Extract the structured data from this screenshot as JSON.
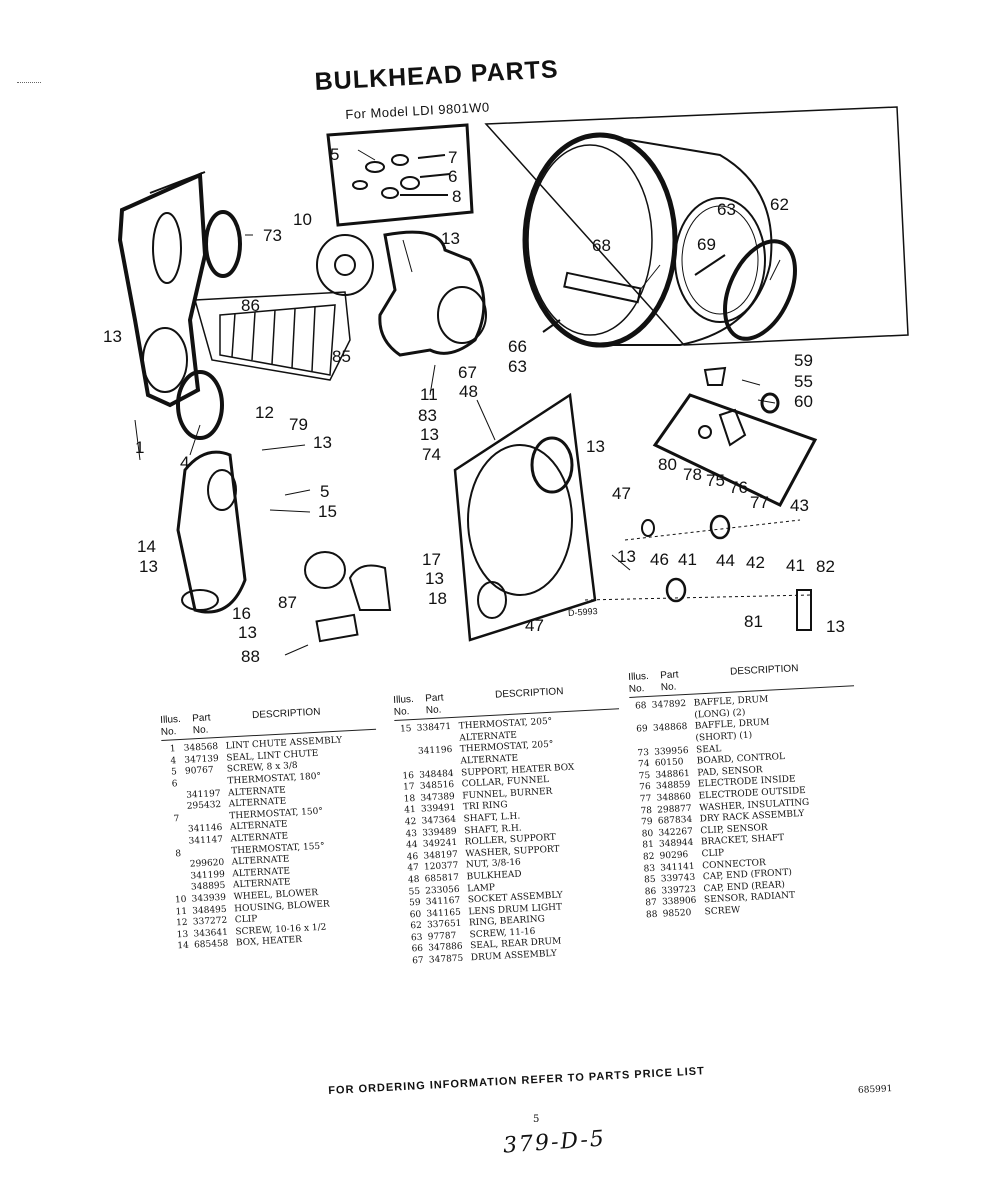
{
  "title": "BULKHEAD PARTS",
  "subtitle": "For Model LDI 9801W0",
  "diagram_code": "D-5993",
  "callouts": {
    "c1": "1",
    "c4": "4",
    "c5a": "5",
    "c5b": "5",
    "c6": "6",
    "c7": "7",
    "c8": "8",
    "c10": "10",
    "c11": "11",
    "c12": "12",
    "c13a": "13",
    "c13b": "13",
    "c13c": "13",
    "c13d": "13",
    "c13e": "13",
    "c13f": "13",
    "c13g": "13",
    "c13h": "13",
    "c13i": "13",
    "c14": "14",
    "c15": "15",
    "c16": "16",
    "c17": "17",
    "c18": "18",
    "c41a": "41",
    "c41b": "41",
    "c42": "42",
    "c43": "43",
    "c44": "44",
    "c46": "46",
    "c47a": "47",
    "c47b": "47",
    "c48": "48",
    "c55": "55",
    "c59": "59",
    "c60": "60",
    "c62": "62",
    "c63a": "63",
    "c63b": "63",
    "c66": "66",
    "c67": "67",
    "c68": "68",
    "c69": "69",
    "c73": "73",
    "c74": "74",
    "c75": "75",
    "c76": "76",
    "c77": "77",
    "c78": "78",
    "c79": "79",
    "c80": "80",
    "c81": "81",
    "c82": "82",
    "c83": "83",
    "c85": "85",
    "c86": "86",
    "c87": "87",
    "c88": "88"
  },
  "table_headers": {
    "illus": "Illus. No.",
    "part": "Part No.",
    "description": "DESCRIPTION"
  },
  "parts_col1": [
    {
      "illus": "1",
      "part": "348568",
      "desc": "LINT CHUTE ASSEMBLY"
    },
    {
      "illus": "4",
      "part": "347139",
      "desc": "SEAL, LINT CHUTE"
    },
    {
      "illus": "5",
      "part": "90767",
      "desc": "SCREW, 8 x 3/8"
    },
    {
      "illus": "6",
      "part": "",
      "desc": "THERMOSTAT, 180°"
    },
    {
      "illus": "",
      "part": "341197",
      "desc": "ALTERNATE"
    },
    {
      "illus": "",
      "part": "295432",
      "desc": "ALTERNATE"
    },
    {
      "illus": "7",
      "part": "",
      "desc": "THERMOSTAT, 150°"
    },
    {
      "illus": "",
      "part": "341146",
      "desc": "ALTERNATE"
    },
    {
      "illus": "",
      "part": "341147",
      "desc": "ALTERNATE"
    },
    {
      "illus": "8",
      "part": "",
      "desc": "THERMOSTAT, 155°"
    },
    {
      "illus": "",
      "part": "299620",
      "desc": "ALTERNATE"
    },
    {
      "illus": "",
      "part": "341199",
      "desc": "ALTERNATE"
    },
    {
      "illus": "",
      "part": "348895",
      "desc": "ALTERNATE"
    },
    {
      "illus": "10",
      "part": "343939",
      "desc": "WHEEL, BLOWER"
    },
    {
      "illus": "11",
      "part": "348495",
      "desc": "HOUSING, BLOWER"
    },
    {
      "illus": "12",
      "part": "337272",
      "desc": "CLIP"
    },
    {
      "illus": "13",
      "part": "343641",
      "desc": "SCREW, 10-16 x 1/2"
    },
    {
      "illus": "14",
      "part": "685458",
      "desc": "BOX, HEATER"
    }
  ],
  "parts_col2": [
    {
      "illus": "15",
      "part": "338471",
      "desc": "THERMOSTAT, 205°"
    },
    {
      "illus": "",
      "part": "",
      "desc": "ALTERNATE"
    },
    {
      "illus": "",
      "part": "341196",
      "desc": "THERMOSTAT, 205°"
    },
    {
      "illus": "",
      "part": "",
      "desc": "ALTERNATE"
    },
    {
      "illus": "16",
      "part": "348484",
      "desc": "SUPPORT, HEATER BOX"
    },
    {
      "illus": "17",
      "part": "348516",
      "desc": "COLLAR, FUNNEL"
    },
    {
      "illus": "18",
      "part": "347389",
      "desc": "FUNNEL, BURNER"
    },
    {
      "illus": "41",
      "part": "339491",
      "desc": "TRI RING"
    },
    {
      "illus": "42",
      "part": "347364",
      "desc": "SHAFT, L.H."
    },
    {
      "illus": "43",
      "part": "339489",
      "desc": "SHAFT, R.H."
    },
    {
      "illus": "44",
      "part": "349241",
      "desc": "ROLLER, SUPPORT"
    },
    {
      "illus": "46",
      "part": "348197",
      "desc": "WASHER, SUPPORT"
    },
    {
      "illus": "47",
      "part": "120377",
      "desc": "NUT, 3/8-16"
    },
    {
      "illus": "48",
      "part": "685817",
      "desc": "BULKHEAD"
    },
    {
      "illus": "55",
      "part": "233056",
      "desc": "LAMP"
    },
    {
      "illus": "59",
      "part": "341167",
      "desc": "SOCKET ASSEMBLY"
    },
    {
      "illus": "60",
      "part": "341165",
      "desc": "LENS DRUM LIGHT"
    },
    {
      "illus": "62",
      "part": "337651",
      "desc": "RING, BEARING"
    },
    {
      "illus": "63",
      "part": "97787",
      "desc": "SCREW, 11-16"
    },
    {
      "illus": "66",
      "part": "347886",
      "desc": "SEAL, REAR DRUM"
    },
    {
      "illus": "67",
      "part": "347875",
      "desc": "DRUM ASSEMBLY"
    }
  ],
  "parts_col3": [
    {
      "illus": "68",
      "part": "347892",
      "desc": "BAFFLE, DRUM"
    },
    {
      "illus": "",
      "part": "",
      "desc": "(LONG) (2)"
    },
    {
      "illus": "69",
      "part": "348868",
      "desc": "BAFFLE, DRUM"
    },
    {
      "illus": "",
      "part": "",
      "desc": "(SHORT) (1)"
    },
    {
      "illus": "73",
      "part": "339956",
      "desc": "SEAL"
    },
    {
      "illus": "74",
      "part": "60150",
      "desc": "BOARD, CONTROL"
    },
    {
      "illus": "75",
      "part": "348861",
      "desc": "PAD, SENSOR"
    },
    {
      "illus": "76",
      "part": "348859",
      "desc": "ELECTRODE INSIDE"
    },
    {
      "illus": "77",
      "part": "348860",
      "desc": "ELECTRODE OUTSIDE"
    },
    {
      "illus": "78",
      "part": "298877",
      "desc": "WASHER, INSULATING"
    },
    {
      "illus": "79",
      "part": "687834",
      "desc": "DRY RACK ASSEMBLY"
    },
    {
      "illus": "80",
      "part": "342267",
      "desc": "CLIP, SENSOR"
    },
    {
      "illus": "81",
      "part": "348944",
      "desc": "BRACKET, SHAFT"
    },
    {
      "illus": "82",
      "part": "90296",
      "desc": "CLIP"
    },
    {
      "illus": "83",
      "part": "341141",
      "desc": "CONNECTOR"
    },
    {
      "illus": "85",
      "part": "339743",
      "desc": "CAP, END (FRONT)"
    },
    {
      "illus": "86",
      "part": "339723",
      "desc": "CAP, END (REAR)"
    },
    {
      "illus": "87",
      "part": "338906",
      "desc": "SENSOR, RADIANT"
    },
    {
      "illus": "88",
      "part": "98520",
      "desc": "SCREW"
    }
  ],
  "footer_text": "FOR ORDERING INFORMATION REFER TO PARTS PRICE LIST",
  "document_number": "685991",
  "page_number": "5",
  "handwritten_note": "379-D-5"
}
